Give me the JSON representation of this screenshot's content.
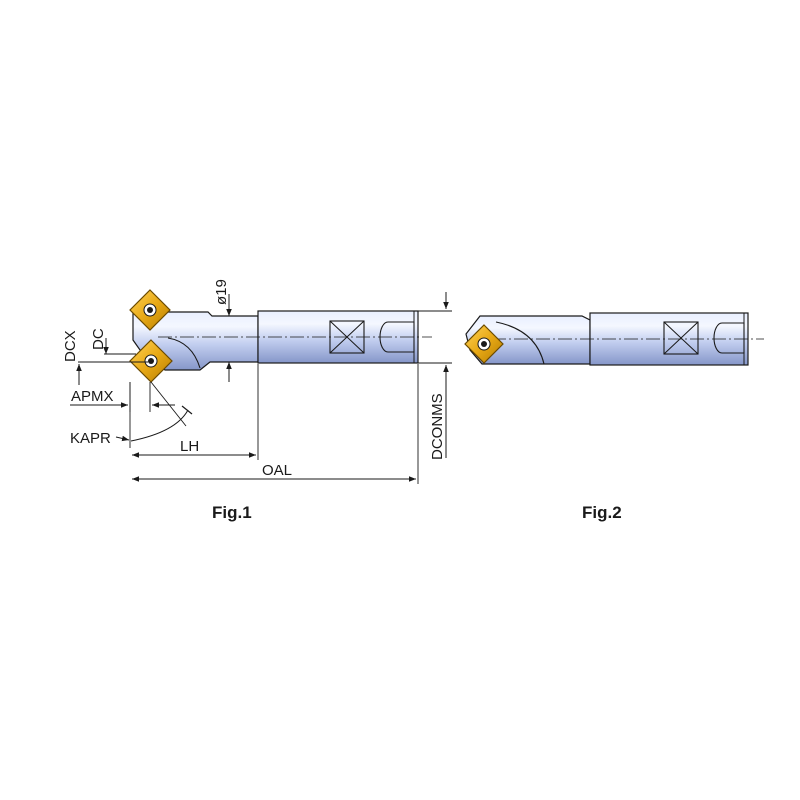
{
  "figures": [
    {
      "caption": "Fig.1",
      "labels": {
        "dia": "ø19",
        "dcx": "DCX",
        "dc": "DC",
        "apmx": "APMX",
        "kapr": "KAPR",
        "lh": "LH",
        "oal": "OAL",
        "dconms": "DCONMS"
      }
    },
    {
      "caption": "Fig.2"
    }
  ],
  "colors": {
    "body_light": "#eef3ff",
    "body_mid": "#b8c6ea",
    "body_dark": "#7c8fc4",
    "insert": "#e8a916",
    "insert_dark": "#a87400",
    "line": "#1a1a1a"
  }
}
